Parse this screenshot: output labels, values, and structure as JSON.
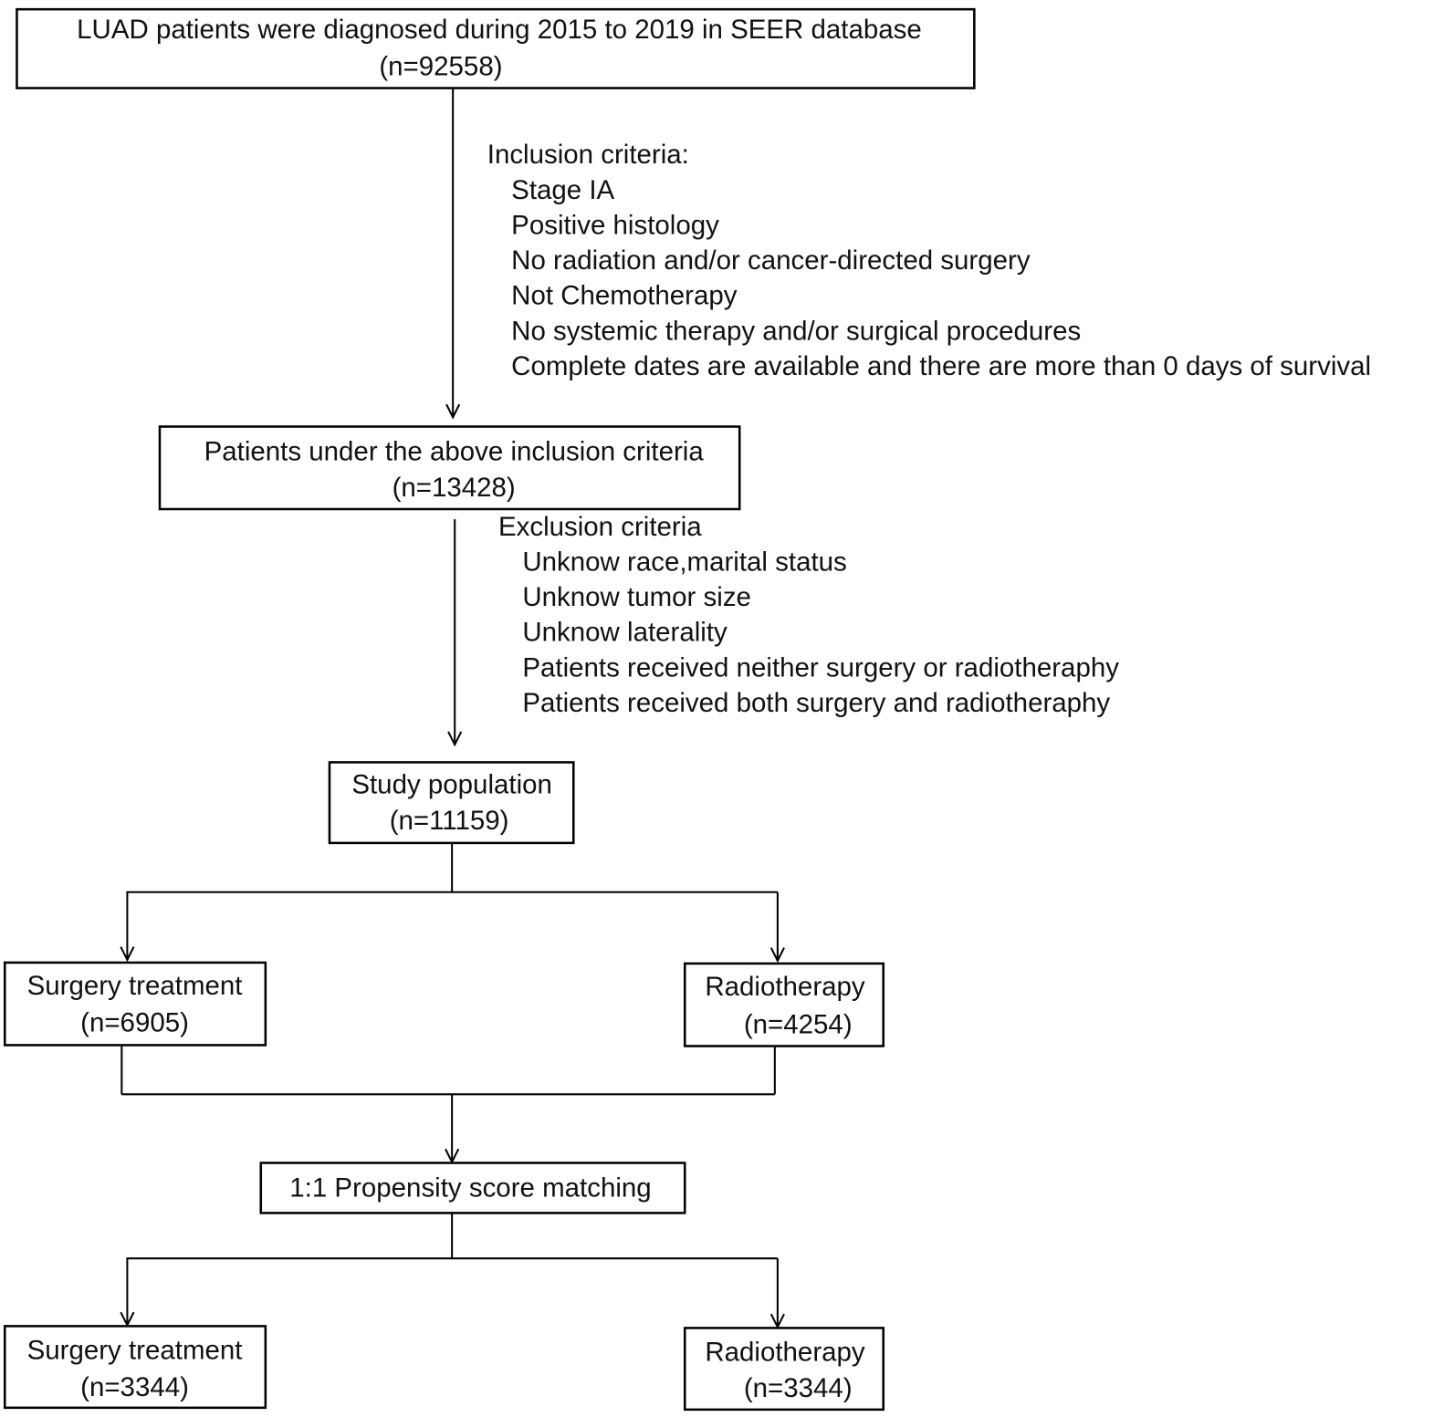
{
  "boxes": {
    "source": {
      "line1": "LUAD patients were diagnosed during 2015 to 2019 in SEER database",
      "line2": "(n=92558)"
    },
    "included": {
      "line1": "Patients under the above inclusion criteria",
      "line2": "(n=13428)"
    },
    "study": {
      "line1": "Study population",
      "line2": "(n=11159)"
    },
    "surgery_pre": {
      "line1": "Surgery treatment",
      "line2": "(n=6905)"
    },
    "radio_pre": {
      "line1": "Radiotherapy",
      "line2": "(n=4254)"
    },
    "psm": {
      "line1": "1:1 Propensity score matching"
    },
    "surgery_post": {
      "line1": "Surgery treatment",
      "line2": "(n=3344)"
    },
    "radio_post": {
      "line1": "Radiotherapy",
      "line2": "(n=3344)"
    }
  },
  "inclusion": {
    "header": "Inclusion criteria:",
    "items": [
      "Stage IA",
      "Positive histology",
      "No radiation and/or cancer-directed surgery",
      "Not Chemotherapy",
      "No systemic therapy and/or surgical procedures",
      "Complete dates are available and there are more than 0 days of survival"
    ]
  },
  "exclusion": {
    "header": "Exclusion criteria",
    "items": [
      "Unknow race,marital status",
      "Unknow tumor size",
      "Unknow laterality",
      "Patients received neither surgery or radiotheraphy",
      "Patients received both surgery and radiotheraphy"
    ]
  }
}
